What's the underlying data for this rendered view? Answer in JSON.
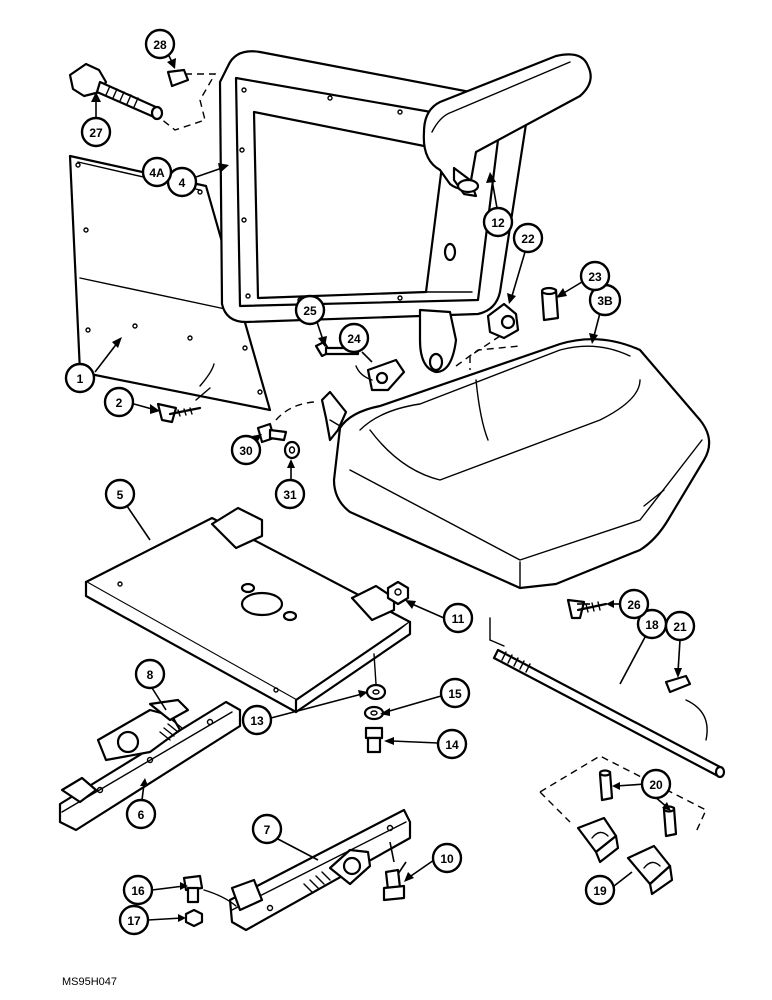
{
  "diagram": {
    "drawing_code": "MS95H047",
    "callouts": {
      "c1": "1",
      "c2": "2",
      "c3b": "3B",
      "c4": "4",
      "c4a": "4A",
      "c5": "5",
      "c6": "6",
      "c7": "7",
      "c8": "8",
      "c10": "10",
      "c11": "11",
      "c12": "12",
      "c13": "13",
      "c14": "14",
      "c15": "15",
      "c16": "16",
      "c17": "17",
      "c18": "18",
      "c19": "19",
      "c20": "20",
      "c21": "21",
      "c22": "22",
      "c23": "23",
      "c24": "24",
      "c25": "25",
      "c26": "26",
      "c27": "27",
      "c28": "28",
      "c30": "30",
      "c31": "31"
    }
  }
}
